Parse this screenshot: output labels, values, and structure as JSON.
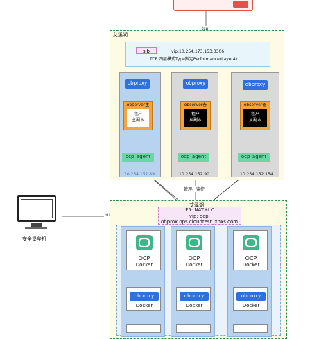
{
  "labels": {
    "tcp": "tcp",
    "top_zone_title": "艾溪湖",
    "slb": "slb",
    "vip": "vip:10.254.173.153:3306",
    "tcp_mode": "TCP 四层模式Type指定Performance(Layer4)",
    "manage": "管理、监控",
    "http": "http",
    "bastion_name": "安全堡垒机",
    "bottom_zone_title": "艾溪湖",
    "f5_line1": "F5: NAT+LC",
    "f5_line2": "vip: ocp-",
    "f5_line3": "obprox.ops.cloudtest.jxnxs.com"
  },
  "top_columns": [
    {
      "obproxy": "obproxy",
      "observer": "observer主",
      "replica": "租户\n主副本",
      "agent": "ocp_agent",
      "ip": "10.254.152.89"
    },
    {
      "obproxy": "obproxy",
      "observer": "observer备",
      "replica": "租户\n从副本",
      "agent": "ocp_agent",
      "ip": "10.254.152.90"
    },
    {
      "obproxy": "obproxy",
      "observer": "observer备",
      "replica": "租户\n从副本",
      "agent": "ocp_agent",
      "ip": "10.254.152.154"
    }
  ],
  "bottom_columns": [
    {
      "ocp": "OCP",
      "ocp_docker": "Docker",
      "obproxy": "obproxy",
      "obproxy_docker": "Docker"
    },
    {
      "ocp": "OCP",
      "ocp_docker": "Docker",
      "obproxy": "obproxy",
      "obproxy_docker": "Docker"
    },
    {
      "ocp": "OCP",
      "ocp_docker": "Docker",
      "obproxy": "obproxy",
      "obproxy_docker": "Docker"
    }
  ],
  "colors": {
    "zone_border": "#2e8b57",
    "zone_bg": "#fdfbe3",
    "obproxy_blue": "#2f6fde",
    "agent_green": "#6ed6a5",
    "observer_orange": "#f3a43c",
    "app_red": "#e0524a"
  }
}
